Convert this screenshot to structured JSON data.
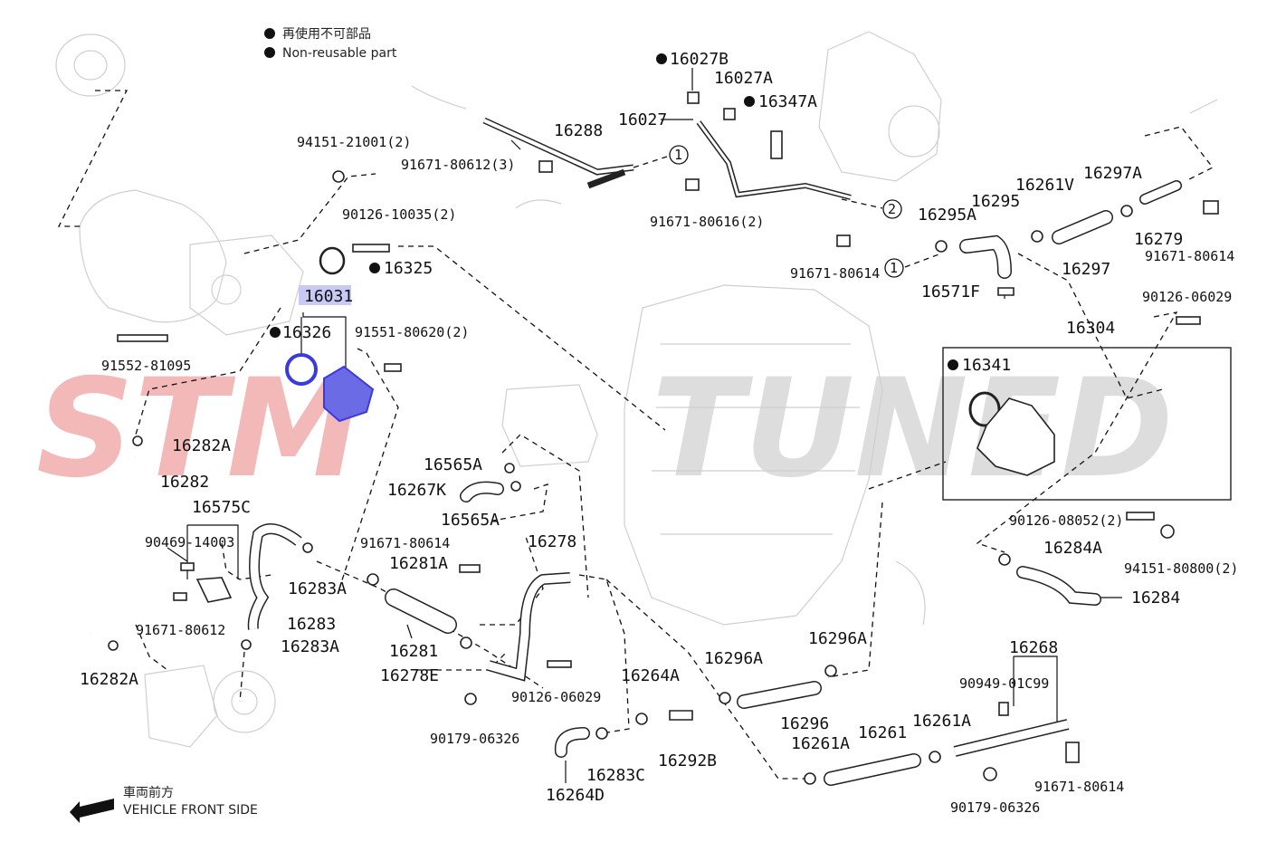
{
  "legend": {
    "reusable_jp": "再使用不可部品",
    "reusable_en": "Non-reusable part",
    "front_jp": "車両前方",
    "front_en": "VEHICLE FRONT SIDE"
  },
  "watermark": {
    "left": "STM",
    "right": "TUNED"
  },
  "colors": {
    "highlight": "#3b3ae0",
    "highlight_box": "#c9c9f5",
    "watermark_red": "#f3b9b9",
    "watermark_grey": "#dddddd"
  },
  "parts": {
    "p94151_21001": "94151-21001(2)",
    "p90126_10035": "90126-10035(2)",
    "p16325": "16325",
    "p16031": "16031",
    "p16326": "16326",
    "p91551_80620": "91551-80620(2)",
    "p91552_81095": "91552-81095",
    "p16282A_top": "16282A",
    "p16282": "16282",
    "p16575C": "16575C",
    "p90469_14003": "90469-14003",
    "p91671_80612_b": "91671-80612",
    "p16282A_bot": "16282A",
    "p16283A_top": "16283A",
    "p16283": "16283",
    "p16283A_bot": "16283A",
    "p16027B": "16027B",
    "p16027A": "16027A",
    "p16347A": "16347A",
    "p16288": "16288",
    "p16027": "16027",
    "p91671_80612_3": "91671-80612(3)",
    "p91671_80616_2": "91671-80616(2)",
    "p91671_80614_top": "91671-80614",
    "p16261V": "16261V",
    "p16295": "16295",
    "p16295A": "16295A",
    "p16297A": "16297A",
    "p16297": "16297",
    "p16279": "16279",
    "p91671_80614_tr": "91671-80614",
    "p16571F": "16571F",
    "p90126_06029_r": "90126-06029",
    "p16304": "16304",
    "p16341": "16341",
    "p90126_08052": "90126-08052(2)",
    "p94151_80800": "94151-80800(2)",
    "p16284A": "16284A",
    "p16284": "16284",
    "p16565A_top": "16565A",
    "p16267K": "16267K",
    "p16565A_bot": "16565A",
    "p91671_80614_mid": "91671-80614",
    "p16281A": "16281A",
    "p16278": "16278",
    "p16281": "16281",
    "p16278E": "16278E",
    "p90126_06029_m": "90126-06029",
    "p90179_06326_l": "90179-06326",
    "p16264A": "16264A",
    "p16292B": "16292B",
    "p16283C": "16283C",
    "p16264D": "16264D",
    "p16296A_l": "16296A",
    "p16296A_r": "16296A",
    "p16296": "16296",
    "p16261A_l": "16261A",
    "p16261": "16261",
    "p16261A_r": "16261A",
    "p16268": "16268",
    "p90949_01C99": "90949-01C99",
    "p91671_80614_br": "91671-80614",
    "p90179_06326_r": "90179-06326"
  },
  "refs": {
    "r1": "1",
    "r2": "2"
  }
}
